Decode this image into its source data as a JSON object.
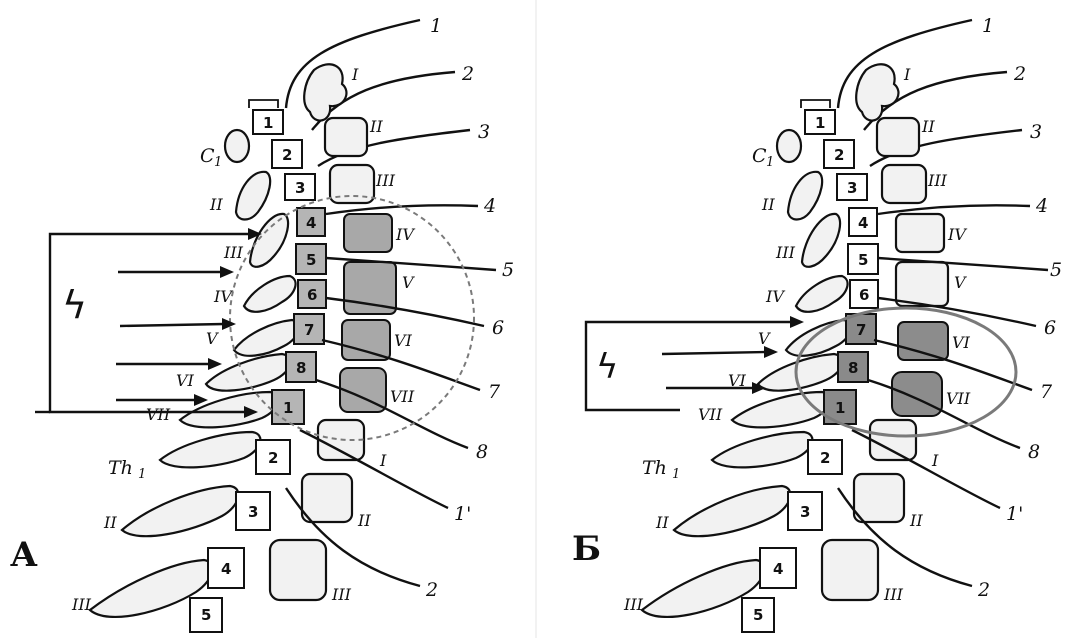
{
  "panels": [
    {
      "letter": "А",
      "c1_label": "C",
      "c1_sub": "1",
      "th_label": "Th",
      "th_sub": "1",
      "segments": [
        "1",
        "2",
        "3",
        "4",
        "5",
        "6",
        "7",
        "8",
        "1",
        "2",
        "3",
        "4",
        "5"
      ],
      "ganglia_labels": [
        "I",
        "II",
        "III",
        "IV",
        "V",
        "VI",
        "VII",
        "I",
        "II",
        "III"
      ],
      "process_labels": [
        "II",
        "III",
        "IV",
        "V",
        "VI",
        "VII",
        "II",
        "III"
      ],
      "right_labels": [
        "1",
        "2",
        "3",
        "4",
        "5",
        "6",
        "7",
        "8",
        "1'",
        "2"
      ],
      "lightning": "ϟ"
    },
    {
      "letter": "Б",
      "c1_label": "C",
      "c1_sub": "1",
      "th_label": "Th",
      "th_sub": "1",
      "segments": [
        "1",
        "2",
        "3",
        "4",
        "5",
        "6",
        "7",
        "8",
        "1",
        "2",
        "3",
        "4",
        "5"
      ],
      "ganglia_labels": [
        "I",
        "II",
        "III",
        "IV",
        "V",
        "VI",
        "VII",
        "I",
        "II",
        "III"
      ],
      "process_labels": [
        "II",
        "III",
        "IV",
        "V",
        "VI",
        "VII",
        "II",
        "III"
      ],
      "right_labels": [
        "1",
        "2",
        "3",
        "4",
        "5",
        "6",
        "7",
        "8",
        "1'",
        "2"
      ],
      "lightning": "ϟ"
    }
  ],
  "colors": {
    "highlight_gray": "#8a8a8a",
    "light_gray": "#b5b5b5",
    "circle_stroke": "#7a7a7a",
    "ink": "#111111"
  }
}
